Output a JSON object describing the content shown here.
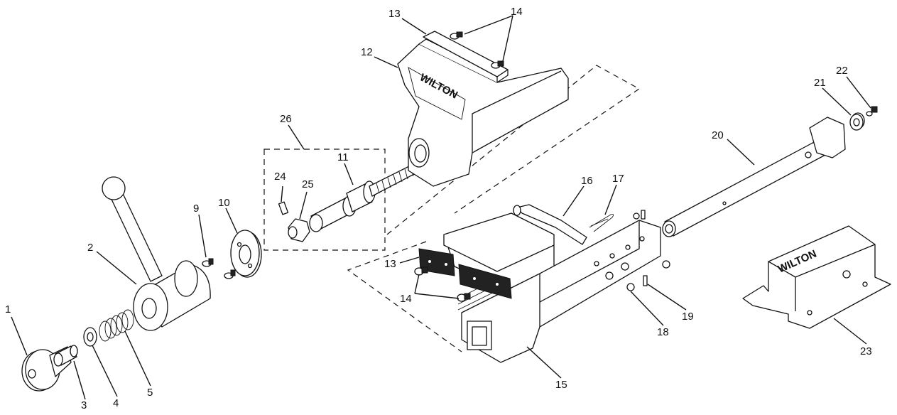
{
  "callouts": [
    {
      "id": "1",
      "label": "1"
    },
    {
      "id": "2",
      "label": "2"
    },
    {
      "id": "3",
      "label": "3"
    },
    {
      "id": "4",
      "label": "4"
    },
    {
      "id": "5",
      "label": "5"
    },
    {
      "id": "9",
      "label": "9"
    },
    {
      "id": "10",
      "label": "10"
    },
    {
      "id": "11",
      "label": "11"
    },
    {
      "id": "12",
      "label": "12"
    },
    {
      "id": "13a",
      "label": "13"
    },
    {
      "id": "13b",
      "label": "13"
    },
    {
      "id": "14a",
      "label": "14"
    },
    {
      "id": "14b",
      "label": "14"
    },
    {
      "id": "15",
      "label": "15"
    },
    {
      "id": "16",
      "label": "16"
    },
    {
      "id": "17",
      "label": "17"
    },
    {
      "id": "18",
      "label": "18"
    },
    {
      "id": "19",
      "label": "19"
    },
    {
      "id": "20",
      "label": "20"
    },
    {
      "id": "21",
      "label": "21"
    },
    {
      "id": "22",
      "label": "22"
    },
    {
      "id": "23",
      "label": "23"
    },
    {
      "id": "24",
      "label": "24"
    },
    {
      "id": "25",
      "label": "25"
    },
    {
      "id": "26",
      "label": "26"
    }
  ],
  "logos": {
    "jaw_logo": "WILTON",
    "bracket_logo": "WILTON"
  }
}
